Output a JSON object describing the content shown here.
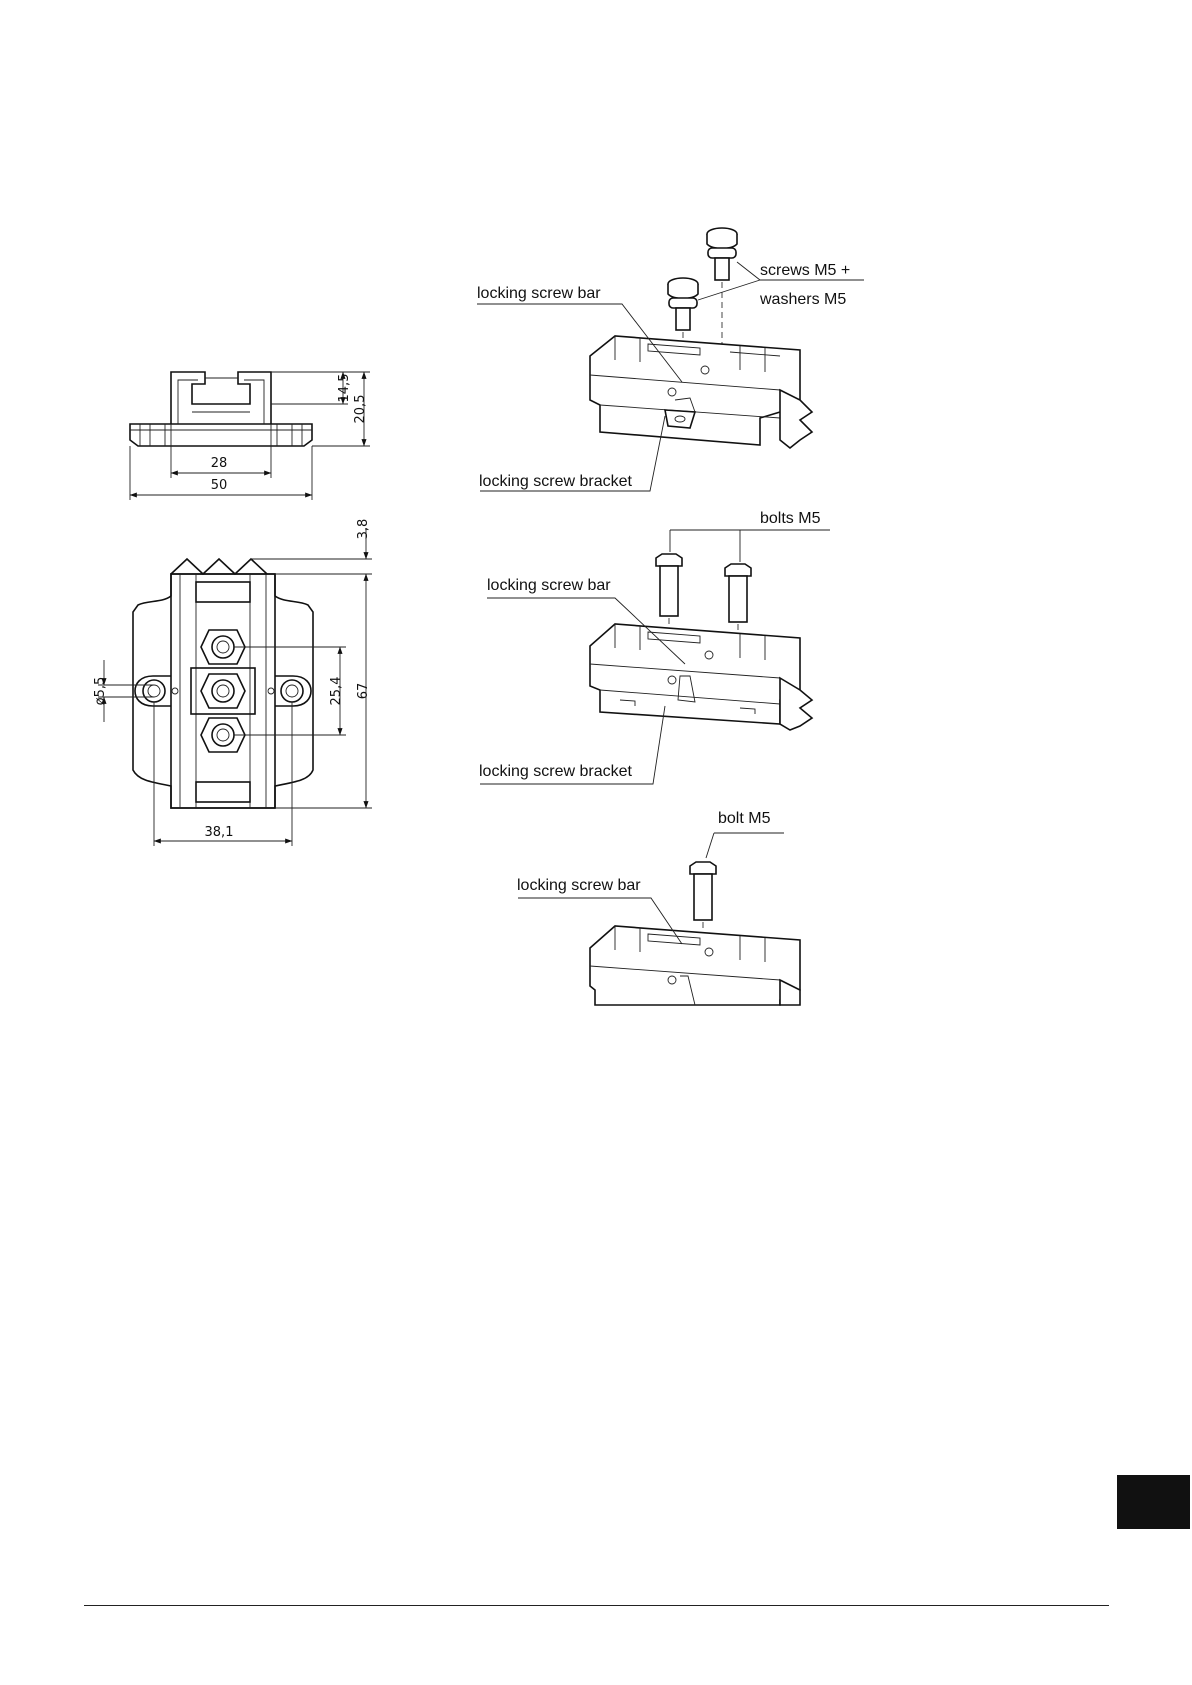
{
  "dimensions": {
    "top_view_inner_width": "28",
    "top_view_outer_width": "50",
    "top_view_height_upper": "14,5",
    "top_view_height_total": "20,5",
    "front_view_tooth_height": "3,8",
    "front_view_hole_spacing": "25,4",
    "front_view_height": "67",
    "front_view_hole_diameter": "ø5,5",
    "front_view_bolt_spacing": "38,1"
  },
  "assembly_1": {
    "label_screws": "screws M5 +",
    "label_washers": "washers M5",
    "label_bar": "locking screw bar",
    "label_bracket": "locking screw bracket"
  },
  "assembly_2": {
    "label_bolts": "bolts M5",
    "label_bar": "locking screw bar",
    "label_bracket": "locking screw bracket"
  },
  "assembly_3": {
    "label_bolt": "bolt M5",
    "label_bar": "locking screw bar"
  }
}
